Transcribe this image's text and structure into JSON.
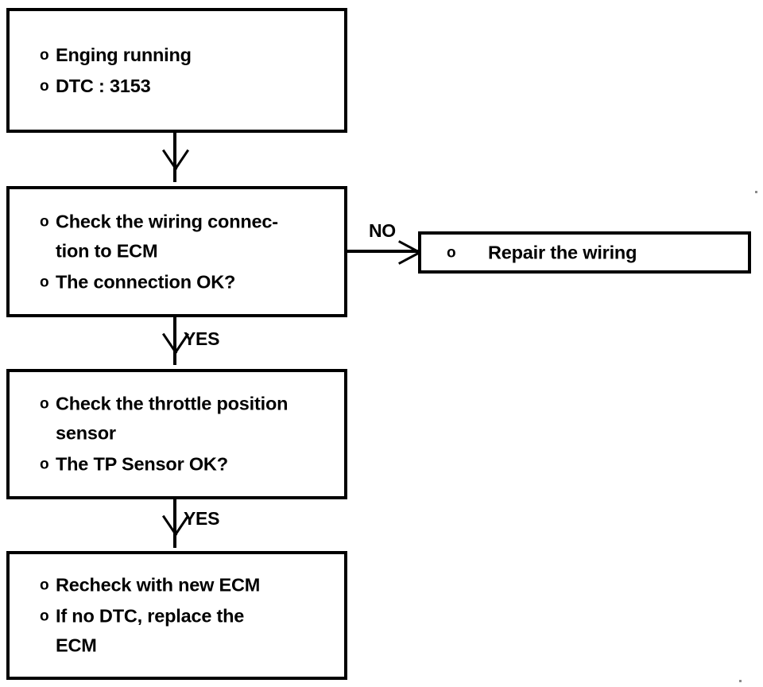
{
  "diagram": {
    "type": "flowchart",
    "title": "DTC 3153 troubleshooting flowchart",
    "bullet_glyph": "o",
    "line_color": "#000000",
    "background_color": "#ffffff",
    "nodes": [
      {
        "id": "engine-running",
        "lines": [
          "Enging running",
          "DTC : 3153"
        ]
      },
      {
        "id": "check-wiring",
        "lines": [
          "Check the wiring connec-\ntion to ECM",
          "The connection OK?"
        ]
      },
      {
        "id": "repair-wiring",
        "lines": [
          "Repair the wiring"
        ]
      },
      {
        "id": "check-tp-sensor",
        "lines": [
          "Check the throttle position\nsensor",
          "The TP Sensor OK?"
        ]
      },
      {
        "id": "recheck-ecm",
        "lines": [
          "Recheck with new ECM",
          "If no DTC, replace the\nECM"
        ]
      }
    ],
    "edges": [
      {
        "id": "engine-to-wiring",
        "from": "engine-running",
        "to": "check-wiring",
        "label": ""
      },
      {
        "id": "wiring-no-to-repair",
        "from": "check-wiring",
        "to": "repair-wiring",
        "label": "NO"
      },
      {
        "id": "wiring-yes-to-tp",
        "from": "check-wiring",
        "to": "check-tp-sensor",
        "label": "YES"
      },
      {
        "id": "tp-yes-to-recheck",
        "from": "check-tp-sensor",
        "to": "recheck-ecm",
        "label": "YES"
      }
    ]
  }
}
